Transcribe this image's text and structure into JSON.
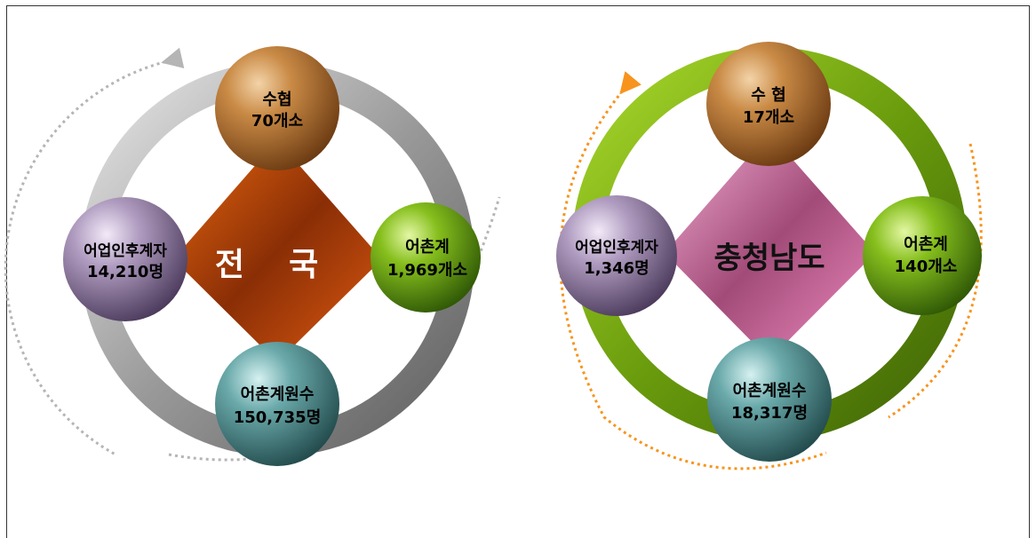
{
  "left": {
    "title": "전    국",
    "top": {
      "line1": "수협",
      "line2": "70개소"
    },
    "right": {
      "line1": "어촌계",
      "line2": "1,969개소"
    },
    "bottom": {
      "line1": "어촌계원수",
      "line2": "150,735명"
    },
    "left": {
      "line1": "어업인후계자",
      "line2": "14,210명"
    }
  },
  "right": {
    "title": "충청남도",
    "top": {
      "line1": "수 협",
      "line2": "17개소"
    },
    "right": {
      "line1": "어촌계",
      "line2": "140개소"
    },
    "bottom": {
      "line1": "어촌계원수",
      "line2": "18,317명"
    },
    "left": {
      "line1": "어업인후계자",
      "line2": "1,346명"
    }
  },
  "colors": {
    "gray_ring": "#a8a8a8",
    "green_ring": "#6fa10e",
    "orange_diamond": "#c84a06",
    "pink_diamond": "#d97fb3",
    "ball_brown": "#b8783a",
    "ball_green": "#7bb01a",
    "ball_teal": "#5e9ea0",
    "ball_purple": "#a996b6",
    "arrow_gray": "#b5b5b5",
    "arrow_orange": "#f7941d"
  }
}
